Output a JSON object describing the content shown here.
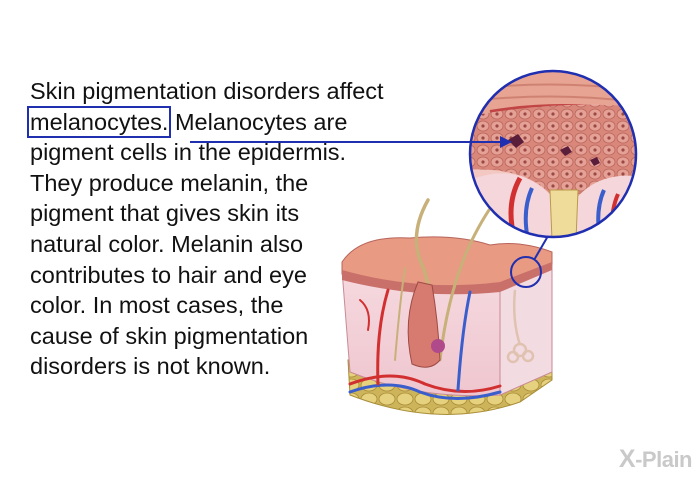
{
  "text": {
    "lines": [
      "Skin pigmentation disorders affect",
      "Melanocytes are",
      "pigment cells in the epidermis.",
      "They produce melanin, the",
      "pigment that gives skin its",
      "natural color. Melanin also",
      "contributes to hair and eye",
      "color. In most cases, the",
      "cause of skin pigmentation",
      "disorders is not known."
    ],
    "highlighted_word": "melanocytes."
  },
  "colors": {
    "text": "#111111",
    "highlight_border": "#1f2fb0",
    "skin": "#e49a86",
    "fat": "#d9c46a",
    "vein_blue": "#3a5fcd",
    "artery_red": "#d23030"
  },
  "logo": {
    "mark": "X",
    "text": "-Plain"
  }
}
